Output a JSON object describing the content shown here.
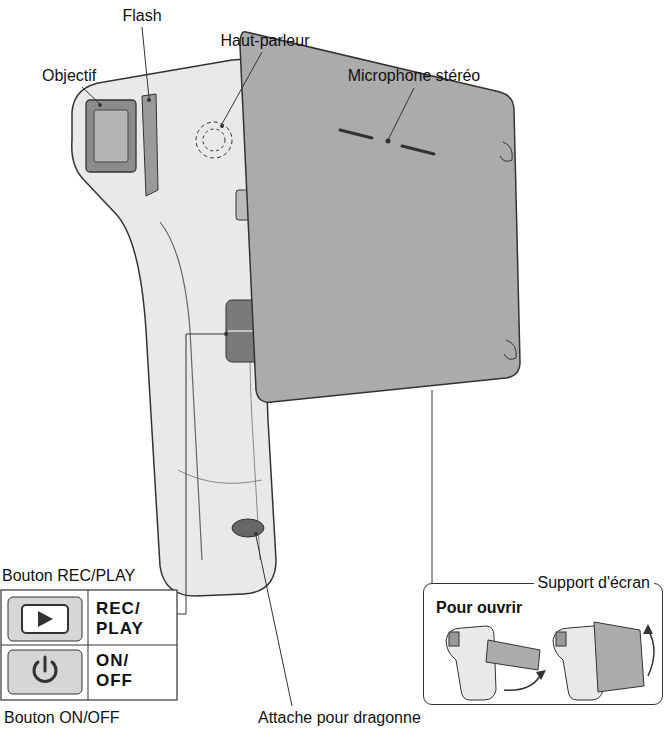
{
  "diagram": {
    "nodes": [
      {
        "text": [
          "Support d'écran",
          "Pour ouvrir"
        ]
      }
    ],
    "labels": [
      "Flash",
      "Haut-parleur",
      "Objectif",
      "Microphone stéréo",
      "Bouton REC/PLAY",
      "REC/ PLAY",
      "ON/ OFF",
      "Bouton ON/OFF",
      "Attache pour dragonne"
    ]
  }
}
